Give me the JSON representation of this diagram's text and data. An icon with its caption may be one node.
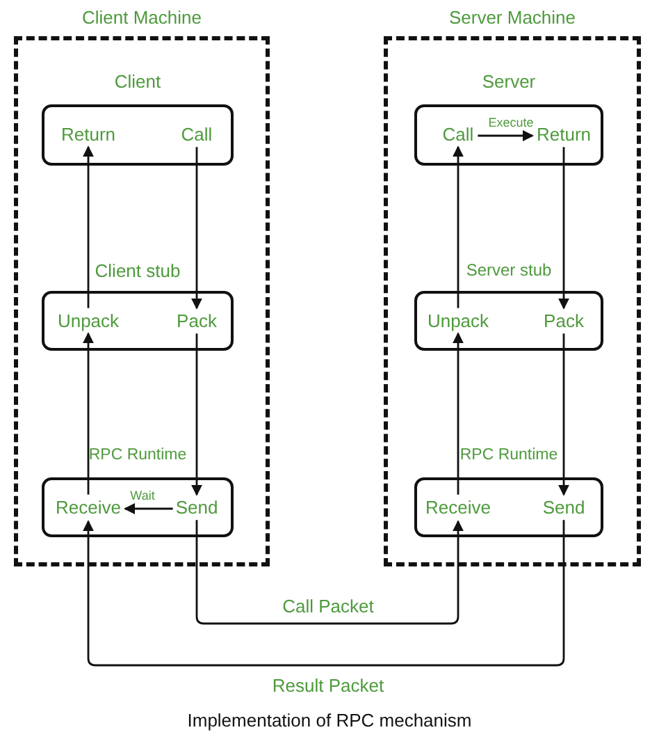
{
  "diagram": {
    "caption": "Implementation of RPC mechanism",
    "nodes": [
      {
        "text": [
          "Client Machine"
        ]
      },
      {
        "text": [
          "Client"
        ],
        "in": 0
      },
      {
        "text": [
          "Return"
        ],
        "in": 1
      },
      {
        "text": [
          "Call"
        ],
        "in": 1
      },
      {
        "text": [
          "Client stub"
        ],
        "in": 0
      },
      {
        "text": [
          "Unpack"
        ],
        "in": 4
      },
      {
        "text": [
          "Pack"
        ],
        "in": 4
      },
      {
        "text": [
          "RPC Runtime"
        ],
        "in": 0
      },
      {
        "text": [
          "Receive"
        ],
        "in": 7
      },
      {
        "text": [
          "Send"
        ],
        "in": 7
      },
      {
        "text": [
          "Server Machine"
        ]
      },
      {
        "text": [
          "Server"
        ],
        "in": 10
      },
      {
        "text": [
          "Call"
        ],
        "in": 11
      },
      {
        "text": [
          "Return"
        ],
        "in": 11
      },
      {
        "text": [
          "Server stub"
        ],
        "in": 10
      },
      {
        "text": [
          "Unpack"
        ],
        "in": 14
      },
      {
        "text": [
          "Pack"
        ],
        "in": 14
      },
      {
        "text": [
          "RPC Runtime"
        ],
        "in": 10
      },
      {
        "text": [
          "Receive"
        ],
        "in": 17
      },
      {
        "text": [
          "Send"
        ],
        "in": 17
      }
    ],
    "edges": [
      {
        "from": 3,
        "to": 6,
        "arrow": "to"
      },
      {
        "from": 6,
        "to": 9,
        "arrow": "to"
      },
      {
        "from": 9,
        "to": 8,
        "label": "Wait",
        "arrow": "to"
      },
      {
        "from": 9,
        "to": 18,
        "label": "Call Packet",
        "arrow": "to"
      },
      {
        "from": 18,
        "to": 15,
        "arrow": "to"
      },
      {
        "from": 15,
        "to": 12,
        "arrow": "to"
      },
      {
        "from": 12,
        "to": 13,
        "label": "Execute",
        "arrow": "to"
      },
      {
        "from": 13,
        "to": 16,
        "arrow": "to"
      },
      {
        "from": 16,
        "to": 19,
        "arrow": "to"
      },
      {
        "from": 19,
        "to": 8,
        "label": "Result Packet",
        "arrow": "to"
      },
      {
        "from": 8,
        "to": 5,
        "arrow": "to"
      },
      {
        "from": 5,
        "to": 2,
        "arrow": "to"
      }
    ]
  }
}
